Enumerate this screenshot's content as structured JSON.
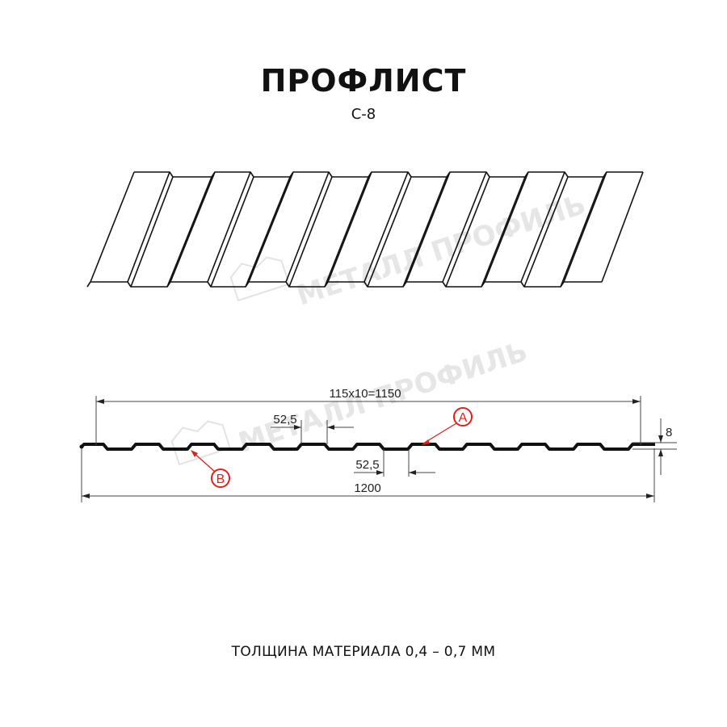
{
  "header": {
    "title": "ПРОФЛИСТ",
    "subtitle": "С-8"
  },
  "watermark": {
    "text": "МЕТАЛЛ ПРОФИЛЬ"
  },
  "profile_section": {
    "dimensions": {
      "pitch_total": "115x10=1150",
      "rib_top_width": "52,5",
      "rib_bottom_width": "52,5",
      "full_width": "1200",
      "height": "8"
    },
    "callouts": [
      {
        "label": "A",
        "color": "#e0201b"
      },
      {
        "label": "B",
        "color": "#e0201b"
      }
    ]
  },
  "footer": {
    "thickness": "ТОЛЩИНА МАТЕРИАЛА 0,4 – 0,7 ММ"
  },
  "colors": {
    "line": "#111111",
    "callout": "#e0201b",
    "watermark": "#e6e6e6"
  }
}
